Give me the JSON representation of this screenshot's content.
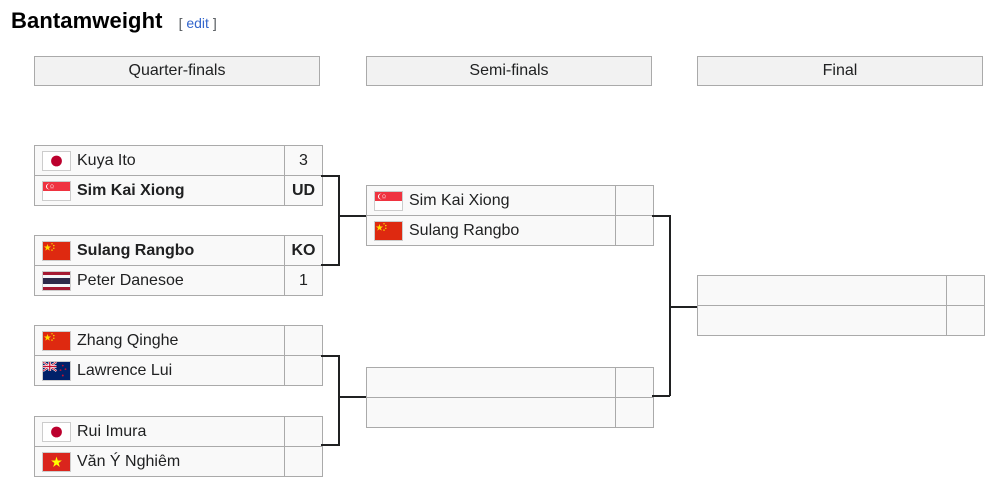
{
  "section": {
    "title": "Bantamweight",
    "edit_open": "[",
    "edit_label": "edit",
    "edit_close": "]"
  },
  "rounds": {
    "quarter": "Quarter-finals",
    "semi": "Semi-finals",
    "final": "Final"
  },
  "quarterfinals": [
    {
      "top": {
        "name": "Kuya Ito",
        "flag": "japan",
        "score": "3",
        "winner": false
      },
      "bottom": {
        "name": "Sim Kai Xiong",
        "flag": "singapore",
        "score": "UD",
        "winner": true
      }
    },
    {
      "top": {
        "name": "Sulang Rangbo",
        "flag": "china",
        "score": "KO",
        "winner": true
      },
      "bottom": {
        "name": "Peter Danesoe",
        "flag": "thailand",
        "score": "1",
        "winner": false
      }
    },
    {
      "top": {
        "name": "Zhang Qinghe",
        "flag": "china",
        "score": "",
        "winner": false
      },
      "bottom": {
        "name": "Lawrence Lui",
        "flag": "new-zealand",
        "score": "",
        "winner": false
      }
    },
    {
      "top": {
        "name": "Rui Imura",
        "flag": "japan",
        "score": "",
        "winner": false
      },
      "bottom": {
        "name": "Văn Ý Nghiêm",
        "flag": "vietnam",
        "score": "",
        "winner": false
      }
    }
  ],
  "semifinals": [
    {
      "top": {
        "name": "Sim Kai Xiong",
        "flag": "singapore",
        "score": "",
        "winner": false
      },
      "bottom": {
        "name": "Sulang Rangbo",
        "flag": "china",
        "score": "",
        "winner": false
      }
    },
    {
      "top": {
        "name": "",
        "flag": "",
        "score": "",
        "winner": false
      },
      "bottom": {
        "name": "",
        "flag": "",
        "score": "",
        "winner": false
      }
    }
  ],
  "final": [
    {
      "top": {
        "name": "",
        "flag": "",
        "score": "",
        "winner": false
      },
      "bottom": {
        "name": "",
        "flag": "",
        "score": "",
        "winner": false
      }
    }
  ],
  "colors": {
    "link": "#3366cc",
    "header_bg": "#f2f2f2",
    "cell_bg": "#f9f9f9",
    "border": "#aaaaaa",
    "connector": "#202122"
  }
}
